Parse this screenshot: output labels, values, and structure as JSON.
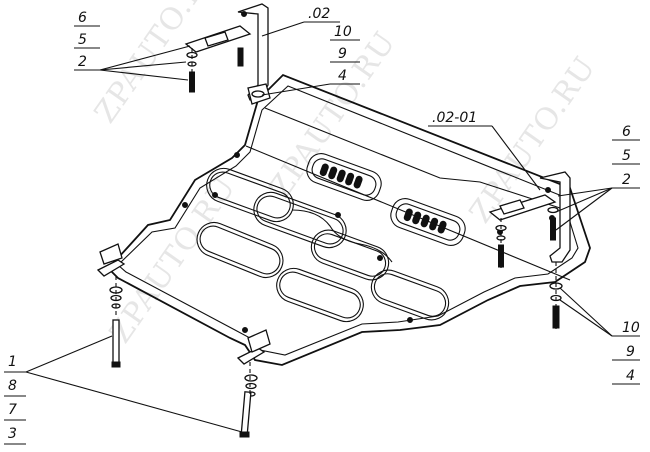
{
  "labels": {
    "top_left": [
      "6",
      "5",
      "2"
    ],
    "top_center_code": ".02",
    "top_center_stack": [
      "10",
      "9",
      "4"
    ],
    "right_code": ".02-01",
    "right_upper_stack": [
      "6",
      "5",
      "2"
    ],
    "right_lower_stack": [
      "10",
      "9",
      "4"
    ],
    "bottom_left_stack": [
      "1",
      "8",
      "7",
      "3"
    ]
  },
  "watermarks": [
    "ZPAUTO.RU",
    "ZPAUTO.RU",
    "ZPAUTO.RU",
    "ZPAUTO.RU"
  ]
}
